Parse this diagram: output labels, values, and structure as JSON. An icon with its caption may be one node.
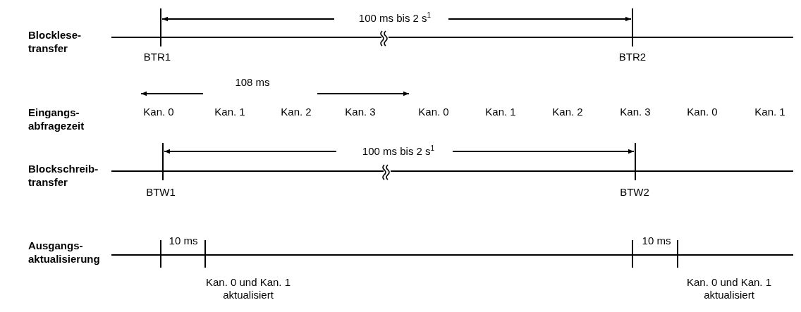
{
  "diagram": {
    "labels": [
      "100 ms bis 2 s$^{1}$",
      "Blocklese- transfer",
      "BTR1",
      "BTR2",
      "108 ms",
      "Eingangs- abfragezeit",
      "Kan. 0",
      "Kan. 1",
      "Kan. 2",
      "Kan. 3",
      "Kan. 0",
      "Kan. 1",
      "Kan. 2",
      "Kan. 3",
      "Kan. 0",
      "Kan. 1",
      "100 ms bis 2 s$^{1}$",
      "Blockschreib- transfer",
      "BTW1",
      "BTW2",
      "Ausgangs- aktualisierung",
      "10 ms",
      "10 ms",
      "Kan. 0 und Kan. 1 aktualisiert",
      "Kan. 0 und Kan. 1 aktualisiert"
    ]
  }
}
